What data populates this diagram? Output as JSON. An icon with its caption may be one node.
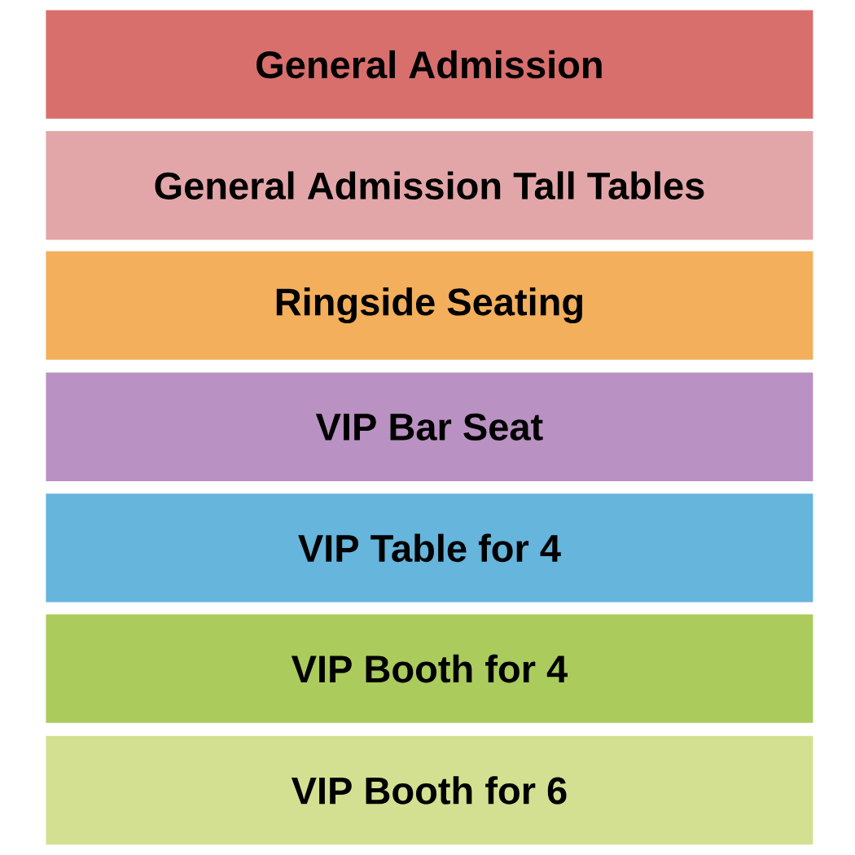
{
  "diagram": {
    "nodes": [
      {
        "text": [
          "General Admission"
        ]
      },
      {
        "text": [
          "General Admission Tall Tables"
        ]
      },
      {
        "text": [
          "Ringside Seating"
        ]
      },
      {
        "text": [
          "VIP Bar Seat"
        ]
      },
      {
        "text": [
          "VIP Table for 4"
        ]
      },
      {
        "text": [
          "VIP Booth for 4"
        ]
      },
      {
        "text": [
          "VIP Booth for 6"
        ]
      }
    ]
  }
}
